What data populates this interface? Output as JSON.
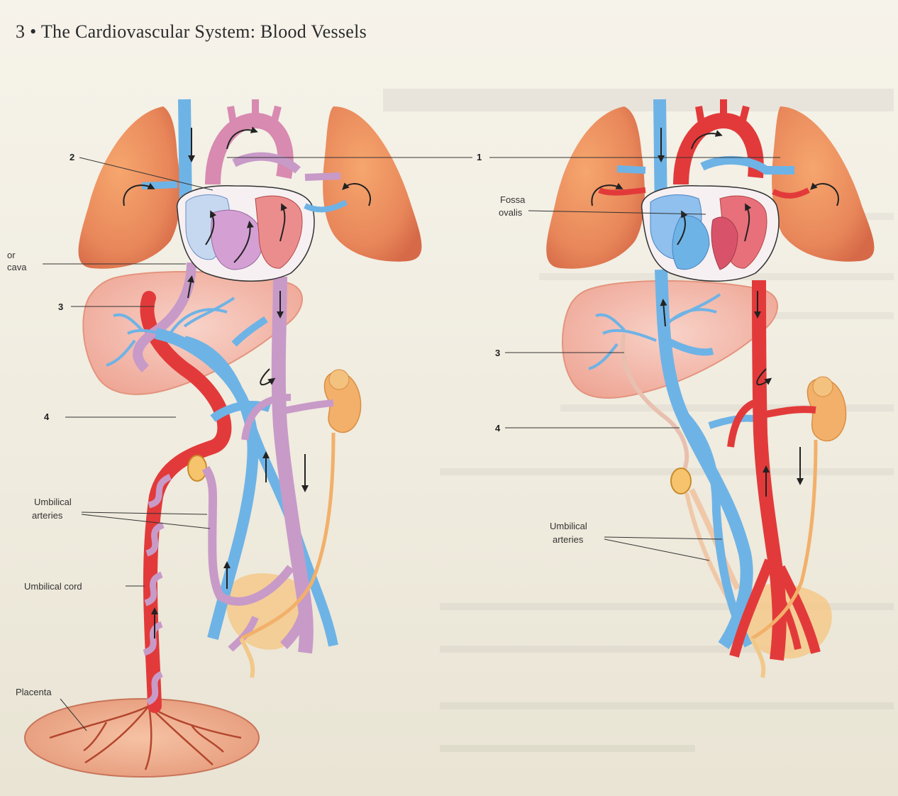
{
  "header": {
    "text": "3 • The Cardiovascular System: Blood Vessels"
  },
  "left": {
    "label_1": "1",
    "label_2": "2",
    "label_cava_line1": "or",
    "label_cava_line2": "cava",
    "label_3": "3",
    "label_4": "4",
    "label_umb_arteries_line1": "Umbilical",
    "label_umb_arteries_line2": "arteries",
    "label_umb_cord": "Umbilical cord",
    "label_placenta": "Placenta"
  },
  "right": {
    "label_fossa_line1": "Fossa",
    "label_fossa_line2": "ovalis",
    "label_3": "3",
    "label_4": "4",
    "label_umb_arteries_line1": "Umbilical",
    "label_umb_arteries_line2": "arteries"
  },
  "colors": {
    "vein_blue": "#6eb3e6",
    "artery_red": "#e23a3a",
    "mixed_purple": "#c89ac8",
    "lung_orange": "#e98a5a",
    "liver_pink": "#f0b6a8",
    "kidney_orange": "#f2b06a",
    "bladder": "#f5c98a"
  }
}
